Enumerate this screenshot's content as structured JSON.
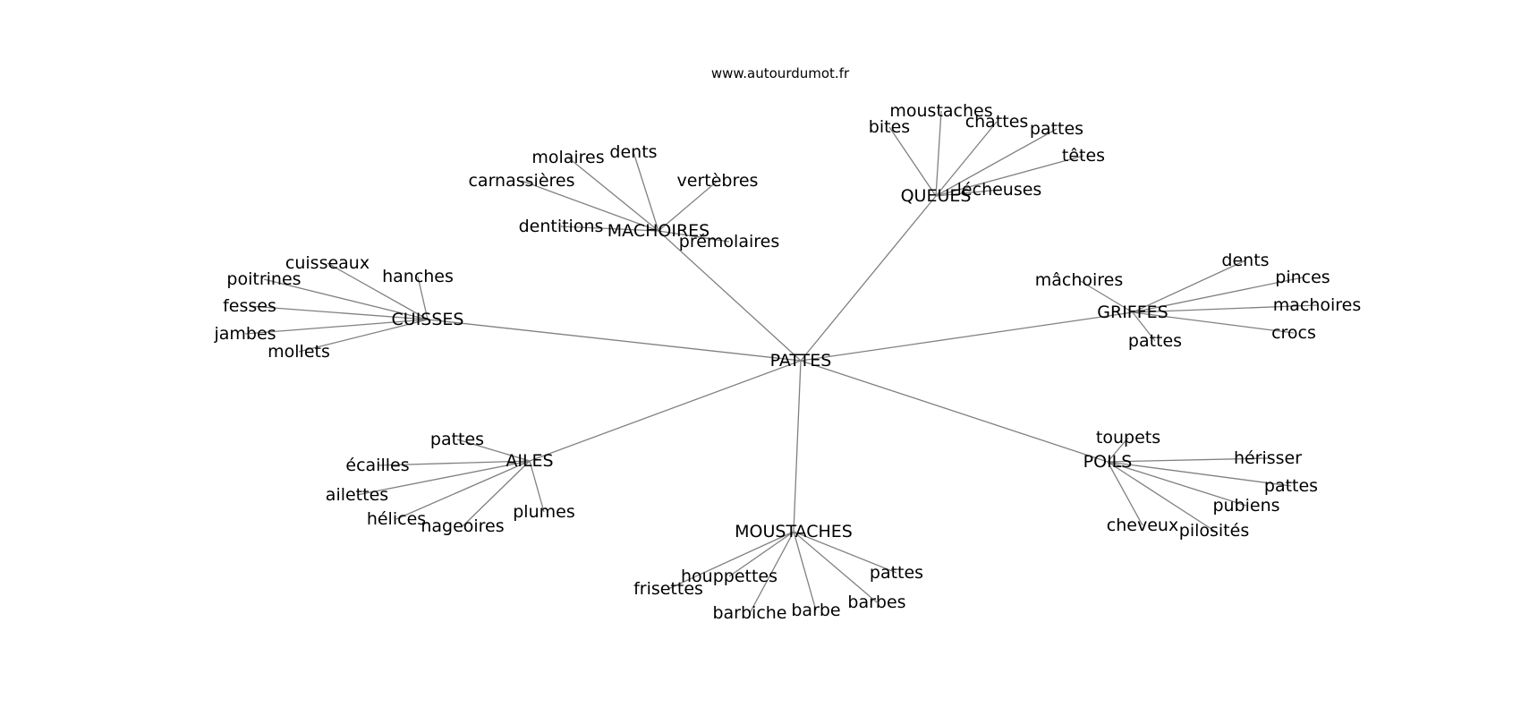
{
  "site": "www.autourdumot.fr",
  "graph": {
    "root": "PATTES",
    "clusters": [
      {
        "key": "machoires",
        "label": "MACHOIRES",
        "words": [
          "dents",
          "molaires",
          "carnassières",
          "vertèbres",
          "dentitions",
          "prémolaires"
        ]
      },
      {
        "key": "queues",
        "label": "QUEUES",
        "words": [
          "moustaches",
          "bites",
          "chattes",
          "pattes",
          "têtes",
          "lécheuses"
        ]
      },
      {
        "key": "cuisses",
        "label": "CUISSES",
        "words": [
          "cuisseaux",
          "poitrines",
          "hanches",
          "fesses",
          "jambes",
          "mollets"
        ]
      },
      {
        "key": "griffes",
        "label": "GRIFFES",
        "words": [
          "dents",
          "mâchoires",
          "pinces",
          "machoires",
          "crocs",
          "pattes"
        ]
      },
      {
        "key": "ailes",
        "label": "AILES",
        "words": [
          "pattes",
          "écailles",
          "ailettes",
          "hélices",
          "nageoires",
          "plumes"
        ]
      },
      {
        "key": "poils",
        "label": "POILS",
        "words": [
          "toupets",
          "hérisser",
          "pattes",
          "pubiens",
          "cheveux",
          "pilosités"
        ]
      },
      {
        "key": "moustaches",
        "label": "MOUSTACHES",
        "words": [
          "pattes",
          "houppettes",
          "frisettes",
          "barbes",
          "barbiche",
          "barbe"
        ]
      }
    ]
  }
}
